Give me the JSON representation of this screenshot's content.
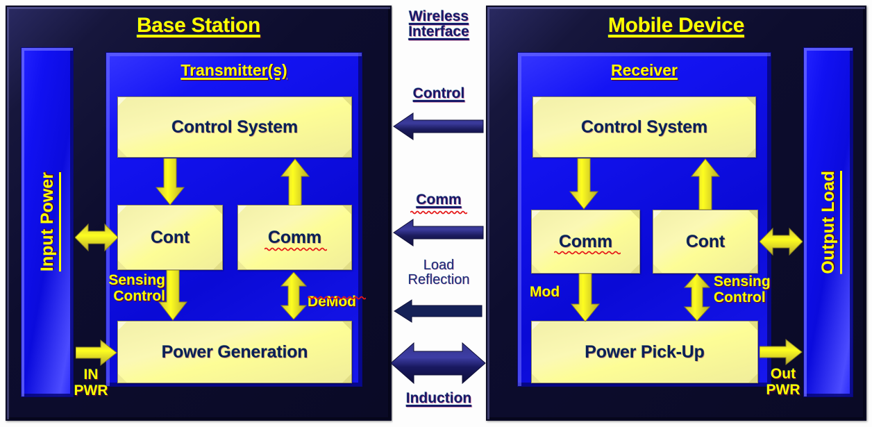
{
  "diagram": {
    "type": "wireless-power-transfer-block-diagram"
  },
  "base_station": {
    "title": "Base Station",
    "rail_label": "Input Power",
    "inner_title": "Transmitter(s)",
    "blocks": {
      "control_system": "Control System",
      "cont": "Cont",
      "comm": "Comm",
      "power": "Power Generation"
    },
    "captions": {
      "sensing_control": "Sensing\nControl",
      "demod": "DeMod",
      "in_pwr": "IN\nPWR"
    }
  },
  "mobile_device": {
    "title": "Mobile Device",
    "rail_label": "Output Load",
    "inner_title": "Receiver",
    "blocks": {
      "control_system": "Control System",
      "comm": "Comm",
      "cont": "Cont",
      "power": "Power Pick-Up"
    },
    "captions": {
      "mod": "Mod",
      "sensing_control": "Sensing\nControl",
      "out_pwr": "Out\nPWR"
    }
  },
  "wireless_interface": {
    "title": "Wireless\nInterface",
    "channels": [
      {
        "name": "control",
        "label": "Control",
        "direction": "left",
        "style": "underlined-bold"
      },
      {
        "name": "comm",
        "label": "Comm",
        "direction": "left",
        "style": "underlined-bold-spellcheck"
      },
      {
        "name": "load-reflection",
        "label": "Load\nReflection",
        "direction": "left",
        "style": "plain"
      },
      {
        "name": "induction",
        "label": "Induction",
        "direction": "both",
        "style": "underlined-bold"
      }
    ]
  },
  "colors": {
    "frame_navy": "#0d0d2e",
    "panel_blue": "#1111f0",
    "block_yellow": "#fdfd96",
    "title_yellow": "#ffff00",
    "arrow_navy": "#1d1d66",
    "text_navy": "#0b1f56",
    "page_bg": "#ffffff"
  }
}
